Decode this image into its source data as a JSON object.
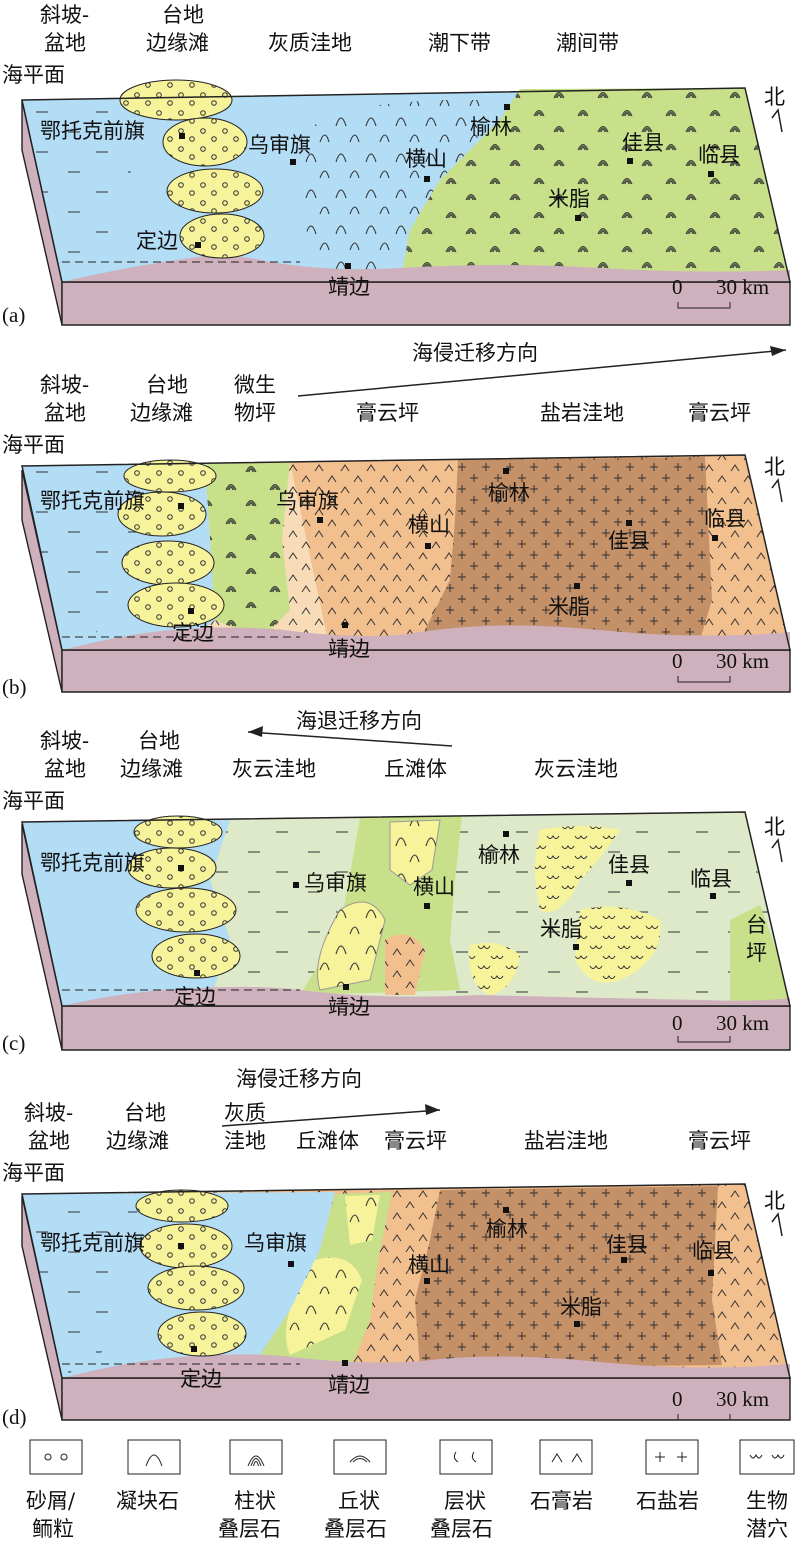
{
  "colors": {
    "sea": "#b3dcf5",
    "base": "#cfb0bd",
    "shoal": "#f6f39a",
    "green": "#c9e08a",
    "light_green": "#dde9c8",
    "gypsum_light": "#f8dcb8",
    "gypsum": "#f2bf8e",
    "salt": "#c49068"
  },
  "panels": [
    {
      "tag": "(a)",
      "header": [
        "斜坡-",
        "盆地",
        "台地",
        "边缘滩",
        "灰质洼地",
        "潮下带",
        "潮间带"
      ],
      "sea_level": "海平面",
      "arrow_label": "",
      "places": [
        "鄂托克前旗",
        "乌审旗",
        "横山",
        "榆林",
        "佳县",
        "临县",
        "米脂",
        "定边",
        "靖边"
      ],
      "north": "北",
      "scale": [
        "0",
        "30 km"
      ]
    },
    {
      "tag": "(b)",
      "header": [
        "斜坡-",
        "盆地",
        "台地",
        "边缘滩",
        "微生",
        "物坪",
        "膏云坪",
        "盐岩洼地",
        "膏云坪"
      ],
      "sea_level": "海平面",
      "arrow_label": "海侵迁移方向",
      "places": [
        "鄂托克前旗",
        "乌审旗",
        "横山",
        "榆林",
        "佳县",
        "临县",
        "米脂",
        "定边",
        "靖边"
      ],
      "north": "北",
      "scale": [
        "0",
        "30 km"
      ]
    },
    {
      "tag": "(c)",
      "header": [
        "斜坡-",
        "盆地",
        "台地",
        "边缘滩",
        "灰云洼地",
        "丘滩体",
        "灰云洼地"
      ],
      "sea_level": "海平面",
      "arrow_label": "海退迁移方向",
      "places": [
        "鄂托克前旗",
        "乌审旗",
        "横山",
        "榆林",
        "佳县",
        "临县",
        "米脂",
        "定边",
        "靖边",
        "台",
        "坪"
      ],
      "north": "北",
      "scale": [
        "0",
        "30 km"
      ]
    },
    {
      "tag": "(d)",
      "header": [
        "斜坡-",
        "盆地",
        "台地",
        "边缘滩",
        "灰质",
        "洼地",
        "丘滩体",
        "膏云坪",
        "盐岩洼地",
        "膏云坪"
      ],
      "sea_level": "海平面",
      "arrow_label": "海侵迁移方向",
      "places": [
        "鄂托克前旗",
        "乌审旗",
        "横山",
        "榆林",
        "佳县",
        "临县",
        "米脂",
        "定边",
        "靖边"
      ],
      "north": "北",
      "scale": [
        "0",
        "30 km"
      ]
    }
  ],
  "legend": [
    {
      "symbol": "ooids-icon",
      "lines": [
        "砂屑/",
        "鲕粒"
      ]
    },
    {
      "symbol": "thrombolite-icon",
      "lines": [
        "凝块石",
        ""
      ]
    },
    {
      "symbol": "columnar-stromatolite-icon",
      "lines": [
        "柱状",
        "叠层石"
      ]
    },
    {
      "symbol": "mound-stromatolite-icon",
      "lines": [
        "丘状",
        "叠层石"
      ]
    },
    {
      "symbol": "layered-stromatolite-icon",
      "lines": [
        "层状",
        "叠层石"
      ]
    },
    {
      "symbol": "gypsum-icon",
      "lines": [
        "石膏岩",
        ""
      ]
    },
    {
      "symbol": "halite-icon",
      "lines": [
        "石盐岩",
        ""
      ]
    },
    {
      "symbol": "burrow-icon",
      "lines": [
        "生物",
        "潜穴"
      ]
    }
  ]
}
